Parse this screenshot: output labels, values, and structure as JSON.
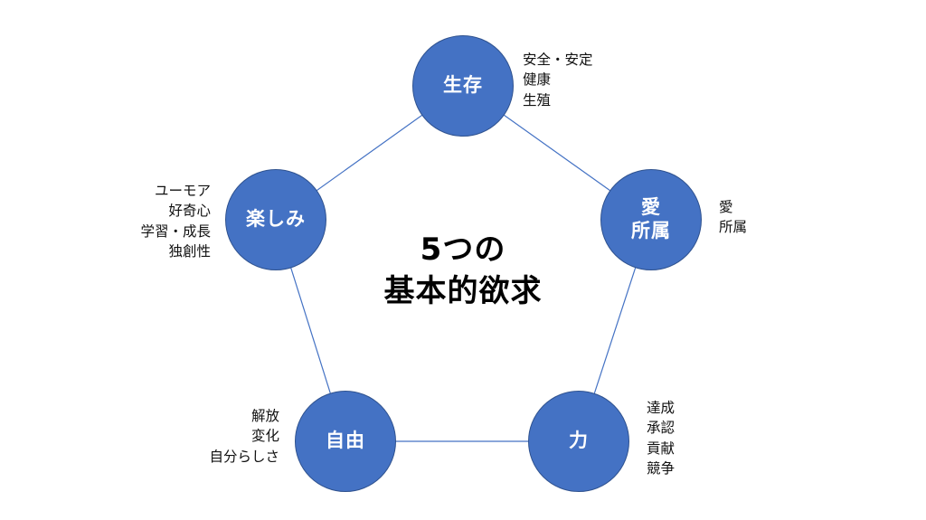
{
  "title": "5つの\n基本的欲求",
  "colors": {
    "node_fill": "#4472C4",
    "node_border": "#2F528F",
    "connector": "#4472C4"
  },
  "needs": [
    {
      "id": "survival",
      "label": "生存",
      "notes": "安全・安定\n健康\n生殖"
    },
    {
      "id": "love",
      "label": "愛\n所属",
      "notes": "愛\n所属"
    },
    {
      "id": "power",
      "label": "力",
      "notes": "達成\n承認\n貢献\n競争"
    },
    {
      "id": "freedom",
      "label": "自由",
      "notes": "解放\n変化\n自分らしさ"
    },
    {
      "id": "fun",
      "label": "楽しみ",
      "notes": "ユーモア\n好奇心\n学習・成長\n独創性"
    }
  ]
}
